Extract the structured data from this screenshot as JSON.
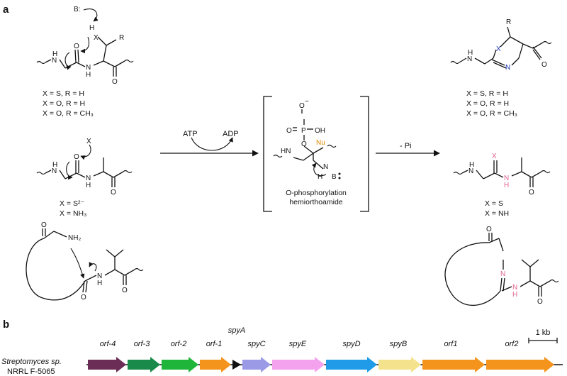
{
  "panel_a": {
    "label": "a",
    "top_substrate": {
      "atoms": {
        "base": "B:",
        "x": "X",
        "r": "R",
        "nh1": "N",
        "h1": "H",
        "o1": "O",
        "nh2": "N",
        "h2": "H",
        "o2": "O"
      },
      "conditions": [
        "X = S, R = H",
        "X = O, R = H",
        "X = O, R = CH₃"
      ]
    },
    "mid_substrate": {
      "atoms": {
        "x": "X",
        "nh1": "N",
        "h1": "H",
        "o1": "O",
        "nh2": "N",
        "h2": "H",
        "o2": "O"
      },
      "conditions": [
        "X = S²⁻",
        "X = NH₃"
      ]
    },
    "macro_substrate": {
      "atoms": {
        "o_ketone": "O",
        "nh2": "NH₂",
        "o1": "O",
        "nh": "N",
        "h": "H",
        "o2": "O"
      }
    },
    "reaction_arrow": {
      "left_label": "ATP",
      "right_label": "ADP"
    },
    "intermediate": {
      "atoms": {
        "o_minus": "O",
        "minus": "−",
        "p": "P",
        "o_eq": "O",
        "oh": "OH",
        "o_link": "O",
        "nu": "Nu",
        "hn": "HN",
        "n": "N",
        "h": "H",
        "b": "B"
      },
      "caption_line1": "O-phosphorylation",
      "caption_line2": "hemiorthoamide"
    },
    "loss_arrow": {
      "label": "- Pi"
    },
    "top_product": {
      "atoms": {
        "r": "R",
        "x": "X",
        "n_ring": "N",
        "nh": "N",
        "h": "H",
        "o": "O"
      },
      "conditions": [
        "X = S, R = H",
        "X = O, R = H",
        "X = O, R = CH₃"
      ]
    },
    "mid_product": {
      "atoms": {
        "x": "X",
        "nh1": "N",
        "h1": "H",
        "nh2": "N",
        "h2": "H",
        "o": "O"
      },
      "conditions": [
        "X = S",
        "X = NH"
      ]
    },
    "macro_product": {
      "atoms": {
        "o_ketone": "O",
        "n_ring": "N",
        "nh": "N",
        "h": "H",
        "o": "O"
      }
    },
    "colors": {
      "heteroatom_blue": "#1a37b5",
      "nucleophile_orange": "#e08a00",
      "amide_pink": "#e0608f"
    }
  },
  "panel_b": {
    "label": "b",
    "organism_line1": "Streptomyces sp.",
    "organism_line2": "NRRL F-5065",
    "scale_label": "1 kb",
    "genes": [
      {
        "name": "orf-4",
        "color": "#6b2d55"
      },
      {
        "name": "orf-3",
        "color": "#1a8a4a"
      },
      {
        "name": "orf-2",
        "color": "#1fb53a"
      },
      {
        "name": "orf-1",
        "color": "#f4941c"
      },
      {
        "name": "spyA",
        "color": "#111111"
      },
      {
        "name": "spyC",
        "color": "#9a9ae6"
      },
      {
        "name": "spyE",
        "color": "#f4a2ee"
      },
      {
        "name": "spyD",
        "color": "#1f9be8"
      },
      {
        "name": "spyB",
        "color": "#f5e28c"
      },
      {
        "name": "orf1",
        "color": "#f4941c"
      },
      {
        "name": "orf2",
        "color": "#f4941c"
      }
    ]
  }
}
